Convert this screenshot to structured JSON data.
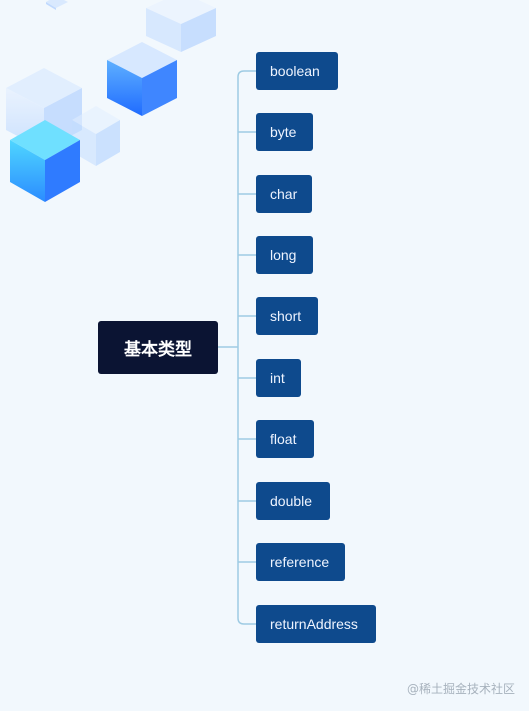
{
  "diagram": {
    "root": {
      "label": "基本类型"
    },
    "children": [
      {
        "label": "boolean"
      },
      {
        "label": "byte"
      },
      {
        "label": "char"
      },
      {
        "label": "long"
      },
      {
        "label": "short"
      },
      {
        "label": "int"
      },
      {
        "label": "float"
      },
      {
        "label": "double"
      },
      {
        "label": "reference"
      },
      {
        "label": "returnAddress"
      }
    ]
  },
  "watermark": "@稀土掘金技术社区",
  "colors": {
    "background": "#f2f8fd",
    "root_fill": "#0b1433",
    "child_fill": "#0e4a8d",
    "connector": "#9ecbe3"
  },
  "decoration_icon": "isometric-cube-cluster"
}
